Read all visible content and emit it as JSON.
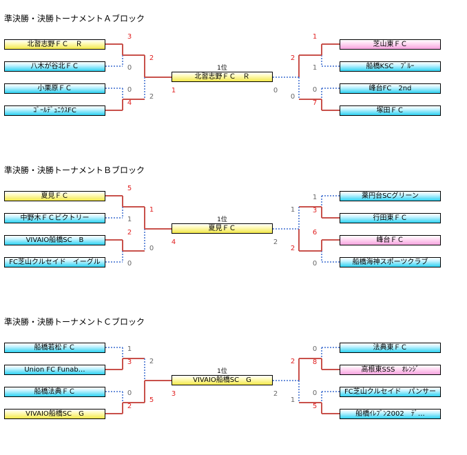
{
  "blocks": [
    {
      "title": "準決勝・決勝トーナメントＡブロック",
      "rank_label": "1位",
      "winner": "北習志野ＦＣ　Ｒ",
      "left_teams": [
        {
          "name": "北習志野ＦＣ　Ｒ",
          "color": "yellow",
          "score": "3",
          "win": true
        },
        {
          "name": "八木が谷北ＦＣ",
          "color": "blue",
          "score": "0",
          "win": false
        },
        {
          "name": "小栗原ＦＣ",
          "color": "blue",
          "score": "0",
          "win": false
        },
        {
          "name": "ｺﾞｰﾙﾃﾞｭﾆｳｽFC",
          "color": "blue",
          "score": "4",
          "win": true
        }
      ],
      "right_teams": [
        {
          "name": "芝山東ＦＣ",
          "color": "pink",
          "score": "1",
          "win": true
        },
        {
          "name": "船橋KSC　ﾌﾞﾙｰ",
          "color": "blue",
          "score": "1",
          "win": false
        },
        {
          "name": "峰台FC　2nd",
          "color": "blue",
          "score": "0",
          "win": false
        },
        {
          "name": "塚田ＦＣ",
          "color": "blue",
          "score": "7",
          "win": true
        }
      ],
      "left_semi": [
        {
          "score": "2",
          "win": true
        },
        {
          "score": "2",
          "win": false
        }
      ],
      "right_semi": [
        {
          "score": "2",
          "win": true
        },
        {
          "score": "0",
          "win": false
        }
      ],
      "final_left": {
        "score": "1",
        "win": true
      },
      "final_right": {
        "score": "0",
        "win": false
      }
    },
    {
      "title": "準決勝・決勝トーナメントＢブロック",
      "rank_label": "1位",
      "winner": "夏見ＦＣ",
      "left_teams": [
        {
          "name": "夏見ＦＣ",
          "color": "yellow",
          "score": "5",
          "win": true
        },
        {
          "name": "中野木ＦＣビクトリー",
          "color": "blue",
          "score": "1",
          "win": false
        },
        {
          "name": "VIVAIO船橋SC　B",
          "color": "blue",
          "score": "2",
          "win": true
        },
        {
          "name": "FC芝山クルセイド　イーグル",
          "color": "blue",
          "score": "0",
          "win": false
        }
      ],
      "right_teams": [
        {
          "name": "薬円台SCグリーン",
          "color": "blue",
          "score": "1",
          "win": false
        },
        {
          "name": "行田東ＦＣ",
          "color": "blue",
          "score": "3",
          "win": true
        },
        {
          "name": "峰台ＦＣ",
          "color": "pink",
          "score": "6",
          "win": true
        },
        {
          "name": "船橋海神スポーツクラブ",
          "color": "blue",
          "score": "0",
          "win": false
        }
      ],
      "left_semi": [
        {
          "score": "1",
          "win": true
        },
        {
          "score": "0",
          "win": false
        }
      ],
      "right_semi": [
        {
          "score": "1",
          "win": false
        },
        {
          "score": "2",
          "win": true
        }
      ],
      "final_left": {
        "score": "4",
        "win": true
      },
      "final_right": {
        "score": "2",
        "win": false
      }
    },
    {
      "title": "準決勝・決勝トーナメントＣブロック",
      "rank_label": "1位",
      "winner": "VIVAIO船橋SC　G",
      "left_teams": [
        {
          "name": "船橋若松ＦＣ",
          "color": "blue",
          "score": "1",
          "win": false
        },
        {
          "name": "Union FC Funab…",
          "color": "blue",
          "score": "3",
          "win": true
        },
        {
          "name": "船橋法典ＦＣ",
          "color": "blue",
          "score": "0",
          "win": false
        },
        {
          "name": "VIVAIO船橋SC　G",
          "color": "yellow",
          "score": "2",
          "win": true
        }
      ],
      "right_teams": [
        {
          "name": "法典東ＦＣ",
          "color": "blue",
          "score": "0",
          "win": false
        },
        {
          "name": "高根東SSS　ｵﾚﾝｼﾞ",
          "color": "pink",
          "score": "8",
          "win": true
        },
        {
          "name": "FC芝山クルセイド　パンサー",
          "color": "blue",
          "score": "0",
          "win": false
        },
        {
          "name": "船橋ｲﾚﾌﾞﾝ2002　ﾃﾞ…",
          "color": "blue",
          "score": "5",
          "win": true
        }
      ],
      "left_semi": [
        {
          "score": "2",
          "win": false
        },
        {
          "score": "5",
          "win": true
        }
      ],
      "right_semi": [
        {
          "score": "2",
          "win": true
        },
        {
          "score": "1",
          "win": false
        }
      ],
      "final_left": {
        "score": "3",
        "win": true
      },
      "final_right": {
        "score": "2",
        "win": false
      }
    }
  ]
}
